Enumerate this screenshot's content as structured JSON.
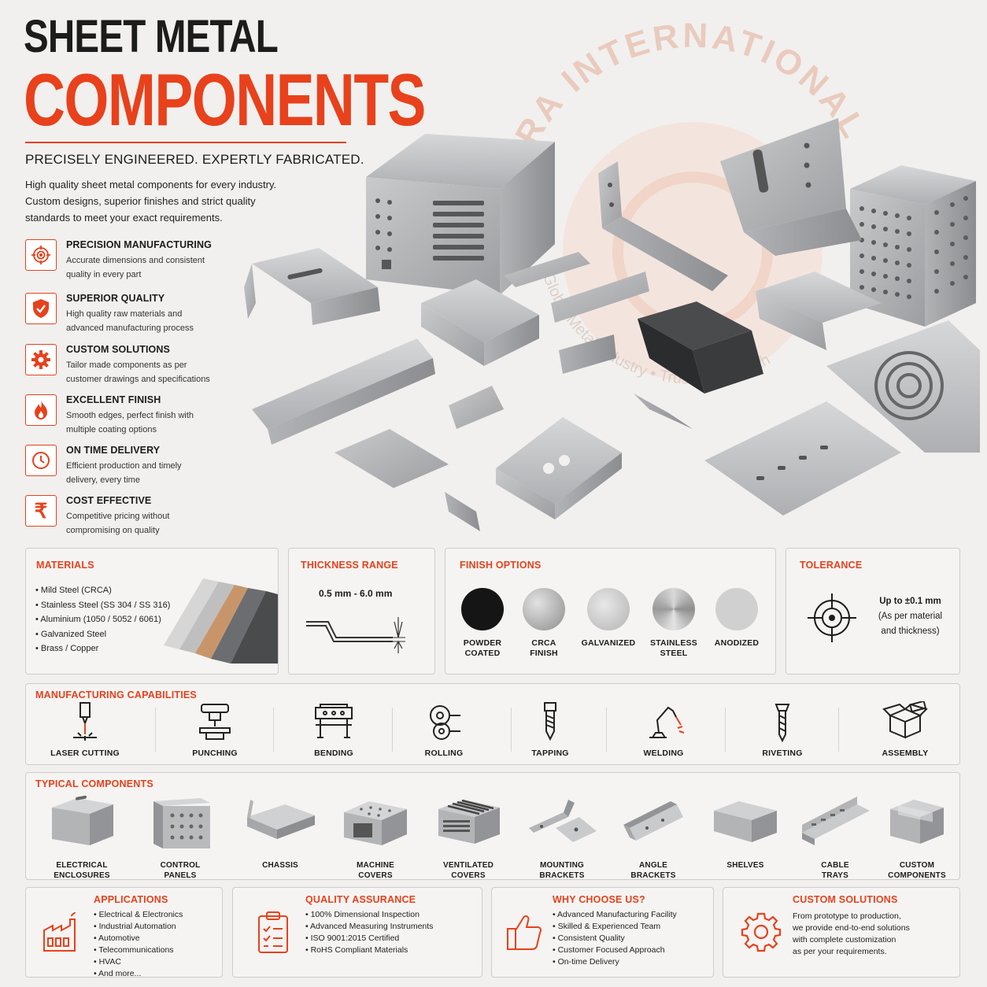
{
  "watermark": {
    "company": "VAJRA INTERNATIONAL",
    "tagline": "Global Metal Industry • Trusted Strength"
  },
  "header": {
    "title_line1": "SHEET METAL",
    "title_line2": "COMPONENTS",
    "tagline": "PRECISELY ENGINEERED. EXPERTLY FABRICATED.",
    "intro_lines": [
      "High quality sheet metal components for every industry.",
      "Custom designs, superior finishes and strict quality",
      "standards to meet your exact requirements."
    ]
  },
  "features": [
    {
      "icon": "target-icon",
      "title": "PRECISION MANUFACTURING",
      "desc_lines": [
        "Accurate dimensions and consistent",
        "quality in every part"
      ]
    },
    {
      "icon": "shield-check-icon",
      "title": "SUPERIOR QUALITY",
      "desc_lines": [
        "High quality raw materials and",
        "advanced manufacturing process"
      ]
    },
    {
      "icon": "gear-icon",
      "title": "CUSTOM SOLUTIONS",
      "desc_lines": [
        "Tailor made components as per",
        "customer drawings and specifications"
      ]
    },
    {
      "icon": "flame-icon",
      "title": "EXCELLENT FINISH",
      "desc_lines": [
        "Smooth edges, perfect finish with",
        "multiple coating options"
      ]
    },
    {
      "icon": "clock-icon",
      "title": "ON TIME DELIVERY",
      "desc_lines": [
        "Efficient production and timely",
        "delivery, every time"
      ]
    },
    {
      "icon": "rupee-icon",
      "title": "COST EFFECTIVE",
      "desc_lines": [
        "Competitive pricing without",
        "compromising on quality"
      ]
    }
  ],
  "materials": {
    "title": "MATERIALS",
    "items": [
      "Mild Steel (CRCA)",
      "Stainless Steel (SS 304 / SS 316)",
      "Aluminium (1050 / 5052 / 6061)",
      "Galvanized Steel",
      "Brass / Copper"
    ]
  },
  "thickness": {
    "title": "THICKNESS RANGE",
    "value": "0.5 mm - 6.0 mm"
  },
  "finish": {
    "title": "FINISH OPTIONS",
    "options": [
      {
        "line1": "POWDER",
        "line2": "COATED",
        "color": "#151515"
      },
      {
        "line1": "CRCA",
        "line2": "FINISH",
        "color": "#a9a9a9"
      },
      {
        "line1": "GALVANIZED",
        "line2": "",
        "color": "#c4c4c4"
      },
      {
        "line1": "STAINLESS",
        "line2": "STEEL",
        "color": "#b8b8b8"
      },
      {
        "line1": "ANODIZED",
        "line2": "",
        "color": "#cfcfcf"
      }
    ]
  },
  "tolerance": {
    "title": "TOLERANCE",
    "line1": "Up to ±0.1 mm",
    "line2": "(As per material",
    "line3": "and thickness)"
  },
  "capabilities": {
    "title": "MANUFACTURING CAPABILITIES",
    "items": [
      {
        "label": "LASER CUTTING",
        "icon": "laser-icon"
      },
      {
        "label": "PUNCHING",
        "icon": "punch-icon"
      },
      {
        "label": "BENDING",
        "icon": "press-brake-icon"
      },
      {
        "label": "ROLLING",
        "icon": "roll-icon"
      },
      {
        "label": "TAPPING",
        "icon": "tap-icon"
      },
      {
        "label": "WELDING",
        "icon": "welding-icon"
      },
      {
        "label": "RIVETING",
        "icon": "rivet-icon"
      },
      {
        "label": "ASSEMBLY",
        "icon": "box-icon"
      }
    ]
  },
  "components": {
    "title": "TYPICAL COMPONENTS",
    "items": [
      {
        "line1": "ELECTRICAL",
        "line2": "ENCLOSURES"
      },
      {
        "line1": "CONTROL",
        "line2": "PANELS"
      },
      {
        "line1": "CHASSIS",
        "line2": ""
      },
      {
        "line1": "MACHINE",
        "line2": "COVERS"
      },
      {
        "line1": "VENTILATED",
        "line2": "COVERS"
      },
      {
        "line1": "MOUNTING",
        "line2": "BRACKETS"
      },
      {
        "line1": "ANGLE",
        "line2": "BRACKETS"
      },
      {
        "line1": "SHELVES",
        "line2": ""
      },
      {
        "line1": "CABLE",
        "line2": "TRAYS"
      },
      {
        "line1": "CUSTOM",
        "line2": "COMPONENTS"
      }
    ]
  },
  "applications": {
    "title": "APPLICATIONS",
    "items": [
      "Electrical & Electronics",
      "Industrial Automation",
      "Automotive",
      "Telecommunications",
      "HVAC",
      "And more..."
    ]
  },
  "quality": {
    "title": "QUALITY ASSURANCE",
    "items": [
      "100% Dimensional Inspection",
      "Advanced Measuring Instruments",
      "ISO 9001:2015 Certified",
      "RoHS Compliant Materials"
    ]
  },
  "why": {
    "title": "WHY CHOOSE US?",
    "items": [
      "Advanced Manufacturing Facility",
      "Skilled & Experienced Team",
      "Consistent Quality",
      "Customer Focused Approach",
      "On-time Delivery"
    ]
  },
  "custom": {
    "title": "CUSTOM SOLUTIONS",
    "lines": [
      "From prototype to production,",
      "we provide end-to-end solutions",
      "with complete customization",
      "as per your requirements."
    ]
  },
  "colors": {
    "accent": "#e8411c",
    "background": "#f1f0ee",
    "panel_border": "#cfcdca",
    "metal": "#a7a8aa"
  }
}
